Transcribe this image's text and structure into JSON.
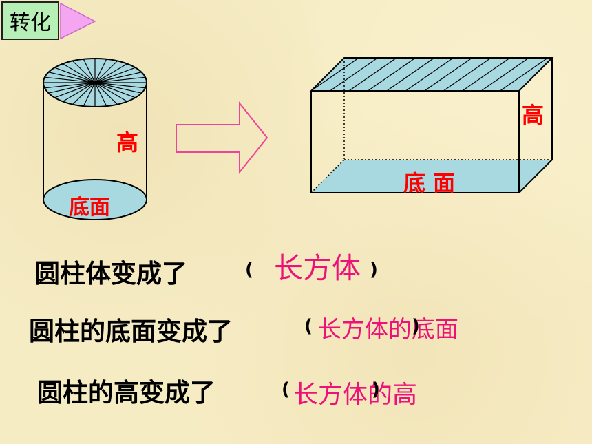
{
  "header": {
    "tab_label": "转化"
  },
  "cylinder": {
    "height_label": "高",
    "base_label": "底面"
  },
  "box": {
    "height_label": "高",
    "base_label": "底 面"
  },
  "lines": [
    {
      "question": "圆柱体变成了",
      "open": "(",
      "answer": "长方体",
      "close": ")"
    },
    {
      "question": "圆柱的底面变成了",
      "open": "(",
      "answer": "长方体的底面",
      "close": ")"
    },
    {
      "question": "圆柱的高变成了",
      "open": "(",
      "answer": "长方体的高",
      "close": ")"
    }
  ],
  "colors": {
    "answer": "#ee1177",
    "label": "#ff0000",
    "base_fill": "#a8d8e0",
    "tab_fill": "#b7f0b7"
  }
}
